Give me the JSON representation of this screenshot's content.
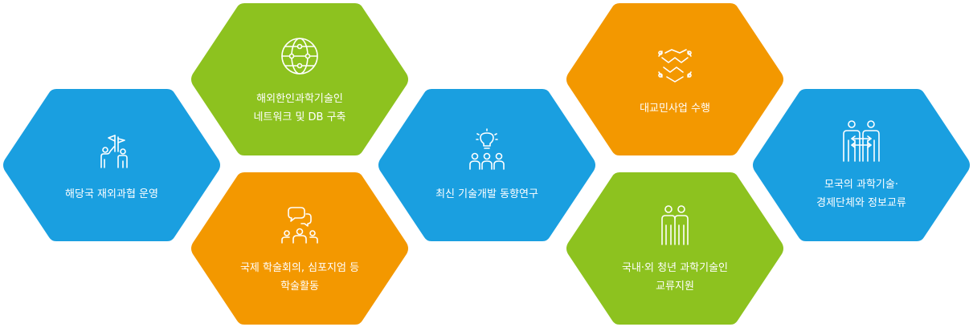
{
  "colors": {
    "blue": "#1a9fe0",
    "green": "#8dc21f",
    "orange": "#f39800",
    "text": "#ffffff"
  },
  "items": [
    {
      "icon": "flag-team-icon",
      "color": "blue",
      "lines": [
        "해당국 재외과협 운영"
      ]
    },
    {
      "icon": "globe-network-icon",
      "color": "green",
      "lines": [
        "해외한인과학기술인",
        "네트워크 및 DB 구축"
      ]
    },
    {
      "icon": "conference-chat-icon",
      "color": "orange",
      "lines": [
        "국제 학술회의, 심포지엄 등",
        "학술활동"
      ]
    },
    {
      "icon": "lightbulb-people-icon",
      "color": "blue",
      "lines": [
        "최신 기술개발 동향연구"
      ]
    },
    {
      "icon": "handshake-icon",
      "color": "orange",
      "lines": [
        "대교민사업 수행"
      ]
    },
    {
      "icon": "young-scientists-icon",
      "color": "green",
      "lines": [
        "국내·외 청년 과학기술인",
        "교류지원"
      ]
    },
    {
      "icon": "exchange-people-icon",
      "color": "blue",
      "lines": [
        "모국의 과학기술·",
        "경제단체와 정보교류"
      ]
    }
  ]
}
